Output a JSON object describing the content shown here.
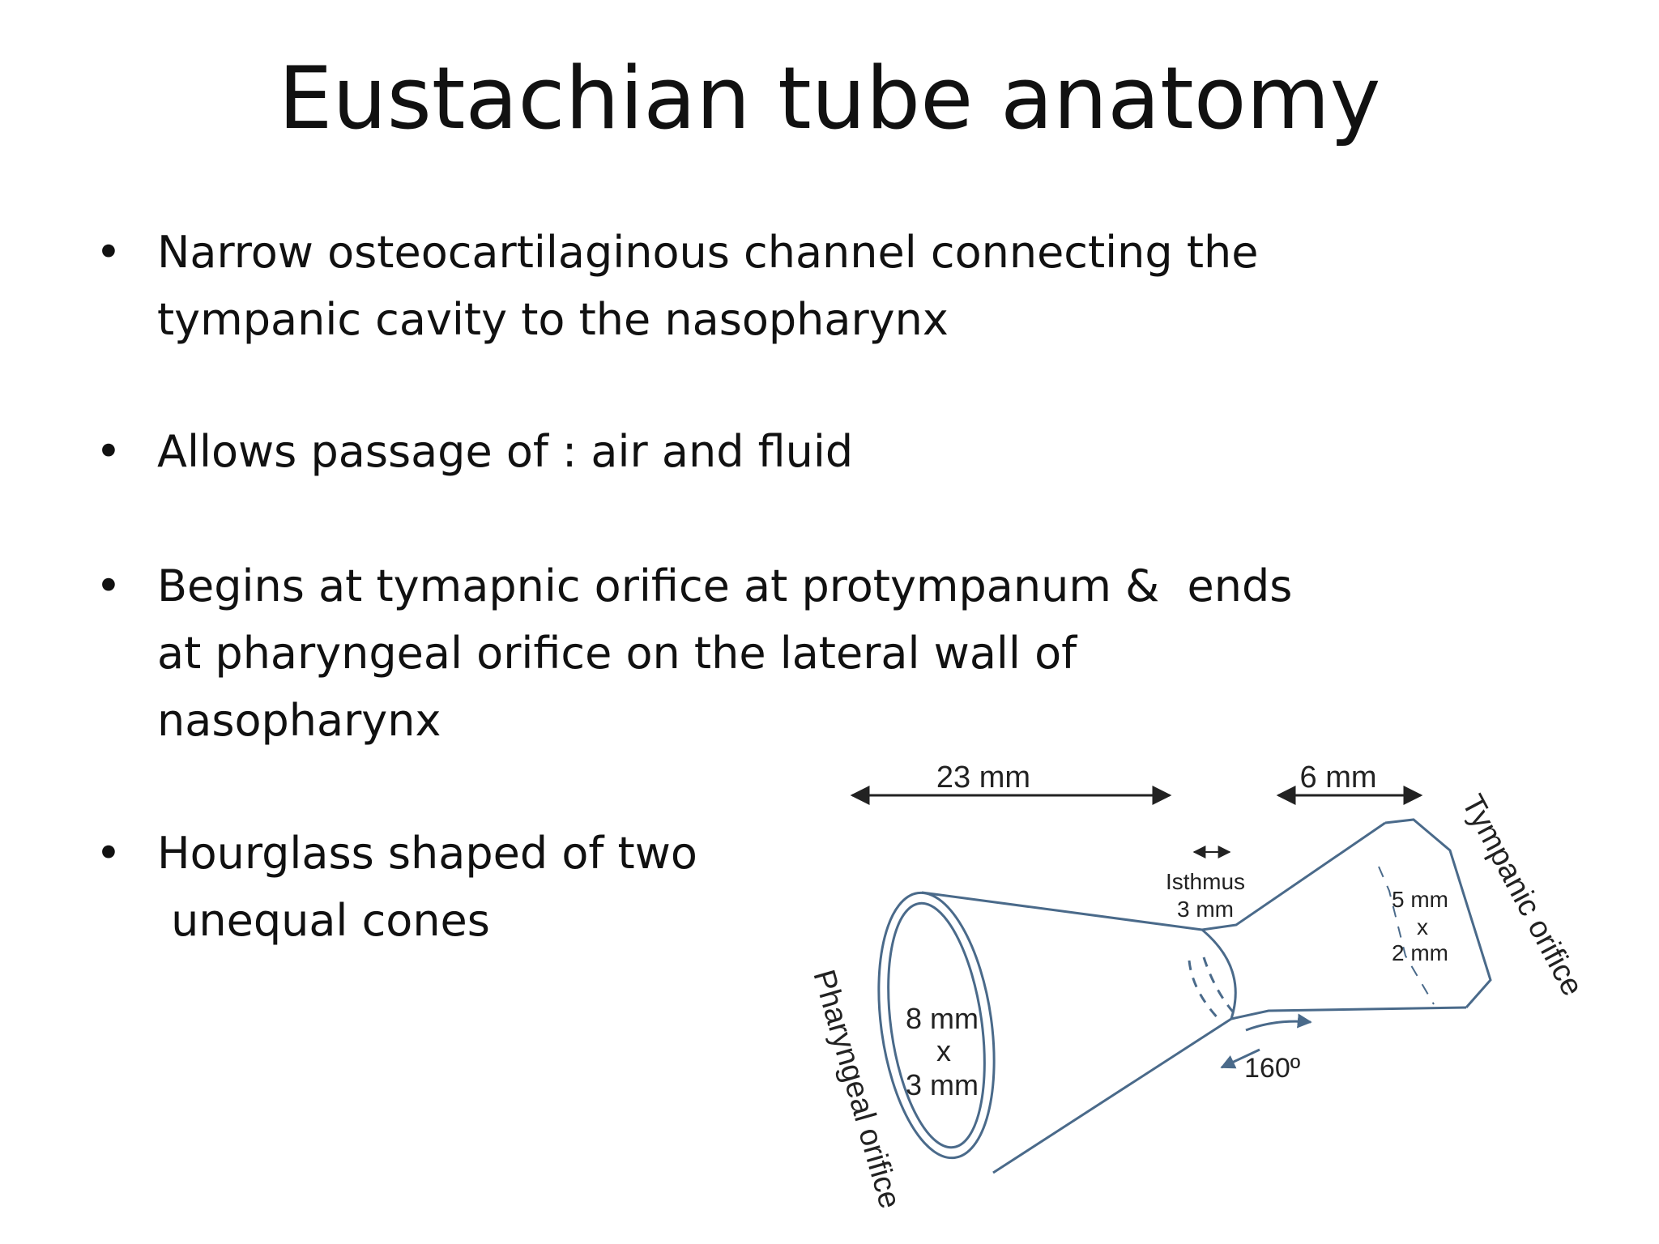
{
  "slide": {
    "title": "Eustachian tube anatomy",
    "bullets": [
      {
        "lines": [
          "Narrow osteocartilaginous channel connecting the",
          "tympanic cavity to the nasopharynx"
        ]
      },
      {
        "lines": [
          "Allows passage of : air and fluid"
        ]
      },
      {
        "lines": [
          "Begins at tymapnic orifice at protympanum &  ends",
          "at pharyngeal orifice on the lateral wall of",
          "nasopharynx"
        ]
      },
      {
        "lines": [
          "Hourglass shaped of two",
          " unequal cones"
        ]
      }
    ]
  },
  "diagram": {
    "dim_23": "23 mm",
    "dim_6": "6 mm",
    "isthmus_label": "Isthmus",
    "isthmus_size": "3 mm",
    "pharyngeal_size_1": "8 mm",
    "pharyngeal_size_x": "x",
    "pharyngeal_size_2": "3 mm",
    "tympanic_size_1": "5 mm",
    "tympanic_size_x": "x",
    "tympanic_size_2": "2 mm",
    "angle": "160º",
    "pharyngeal_orifice_label": "Pharyngeal orifice",
    "tympanic_orifice_label": "Tympanic orifice",
    "line_color": "#4a6a8a"
  }
}
